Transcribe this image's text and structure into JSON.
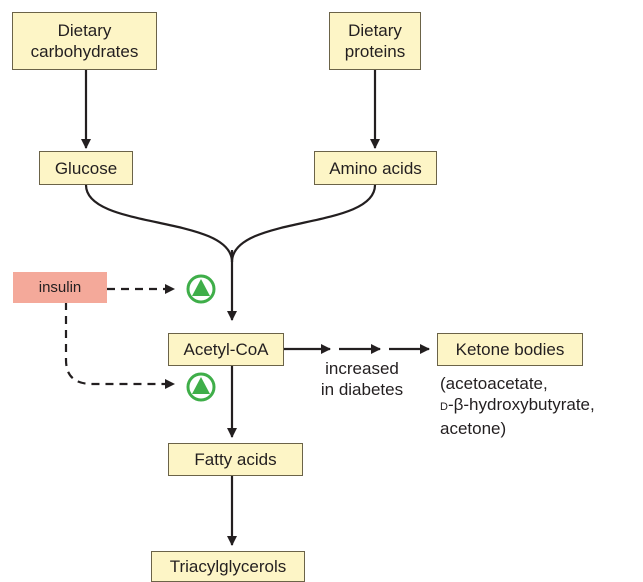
{
  "nodes": {
    "dietary_carbohydrates": "Dietary\ncarbohydrates",
    "dietary_proteins": "Dietary\nproteins",
    "glucose": "Glucose",
    "amino_acids": "Amino acids",
    "insulin": "insulin",
    "acetyl_coa": "Acetyl-CoA",
    "ketone_bodies": "Ketone bodies",
    "fatty_acids": "Fatty acids",
    "triacylglycerols": "Triacylglycerols"
  },
  "annotations": {
    "increased_in_diabetes": "increased\nin diabetes",
    "ketone_list": {
      "line1": "(acetoacetate,",
      "line2_prefix": "D",
      "line2_rest": "-β-hydroxybutyrate,",
      "line3": "acetone)"
    }
  },
  "colors": {
    "box_fill": "#fdf5c6",
    "box_border": "#6b6348",
    "insulin_fill": "#f4a99a",
    "activation_green": "#3fae49",
    "arrow": "#231f20"
  },
  "icons": {
    "activation": "green-triangle-in-circle-icon"
  }
}
